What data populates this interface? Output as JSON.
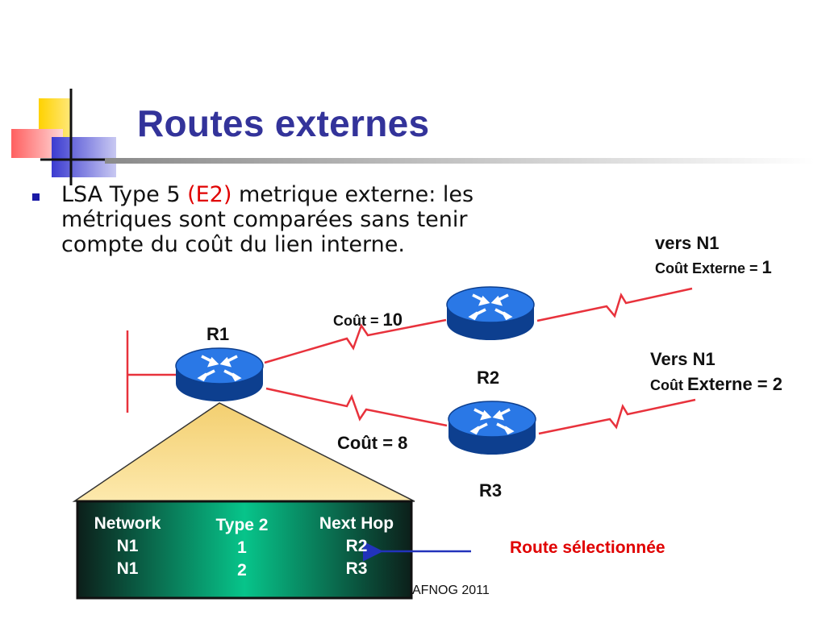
{
  "slide": {
    "title": "Routes externes",
    "bullet": {
      "prefix": "LSA Type 5 ",
      "highlight": "(E2)",
      "line1_rest": " metrique externe: les",
      "line2": "métriques sont comparées sans tenir",
      "line3": "compte du coût du lien interne."
    },
    "footer": "AFNOG  2011"
  },
  "diagram": {
    "routers": [
      "R1",
      "R2",
      "R3"
    ],
    "link_r1_r2": {
      "prefix": "Coût = ",
      "value": "10"
    },
    "link_r1_r3": "Coût = 8",
    "n1_via_r2": {
      "line1": "vers N1",
      "line2_prefix": "Coût Externe = ",
      "line2_value": "1"
    },
    "n1_via_r3": {
      "line1": "Vers N1",
      "line2_prefix": "Coût ",
      "line2_rest": "Externe = 2"
    },
    "table": {
      "headers": [
        "Network",
        "Type 2",
        "Next Hop"
      ],
      "rows": [
        [
          "N1",
          "1",
          "R2"
        ],
        [
          "N1",
          "2",
          "R3"
        ]
      ]
    },
    "selected_label": "Route sélectionnée",
    "colors": {
      "title": "#33339a",
      "link": "#e8323c",
      "router": "#1e6ad6",
      "table_bg": "#0a7a4a",
      "triangle": "#f7d98c",
      "selected": "#e00000",
      "arrow": "#2233bb"
    }
  }
}
